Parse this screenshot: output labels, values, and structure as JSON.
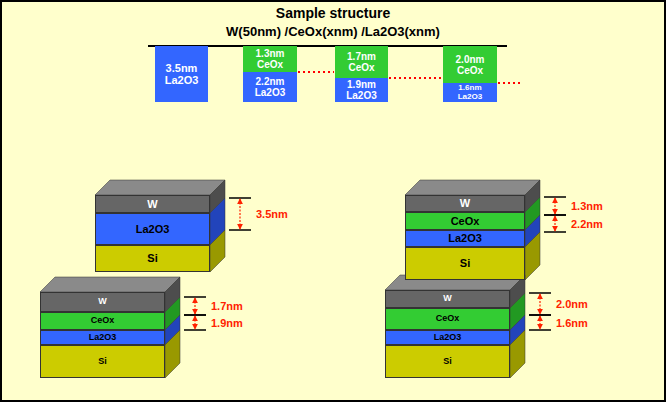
{
  "diagram": {
    "title": "Sample structure",
    "nodes": [
      {
        "text": [
          "3.5nm La2O3"
        ]
      },
      {
        "text": [
          "1.3nm CeOx"
        ]
      },
      {
        "text": [
          "2.2nm La2O3"
        ]
      },
      {
        "text": [
          "1.7nm CeOx"
        ]
      },
      {
        "text": [
          "1.9nm La2O3"
        ]
      },
      {
        "text": [
          "2.0nm CeOx"
        ]
      },
      {
        "text": [
          "1.6nm La2O3"
        ]
      },
      {
        "text": [
          "W"
        ]
      },
      {
        "text": [
          "La2O3"
        ]
      },
      {
        "text": [
          "Si"
        ]
      },
      {
        "text": [
          "W"
        ]
      },
      {
        "text": [
          "CeOx"
        ]
      },
      {
        "text": [
          "La2O3"
        ]
      },
      {
        "text": [
          "Si"
        ]
      },
      {
        "text": [
          "W"
        ]
      },
      {
        "text": [
          "CeOx"
        ]
      },
      {
        "text": [
          "La2O3"
        ]
      },
      {
        "text": [
          "Si"
        ]
      },
      {
        "text": [
          "W"
        ]
      },
      {
        "text": [
          "CeOx"
        ]
      },
      {
        "text": [
          "La2O3"
        ]
      },
      {
        "text": [
          "Si"
        ]
      }
    ],
    "labels": [
      "W(50nm) /CeOx(xnm) /La2O3(xnm)",
      "3.5nm",
      "1.3nm",
      "2.2nm",
      "1.7nm",
      "1.9nm",
      "2.0nm",
      "1.6nm"
    ]
  }
}
